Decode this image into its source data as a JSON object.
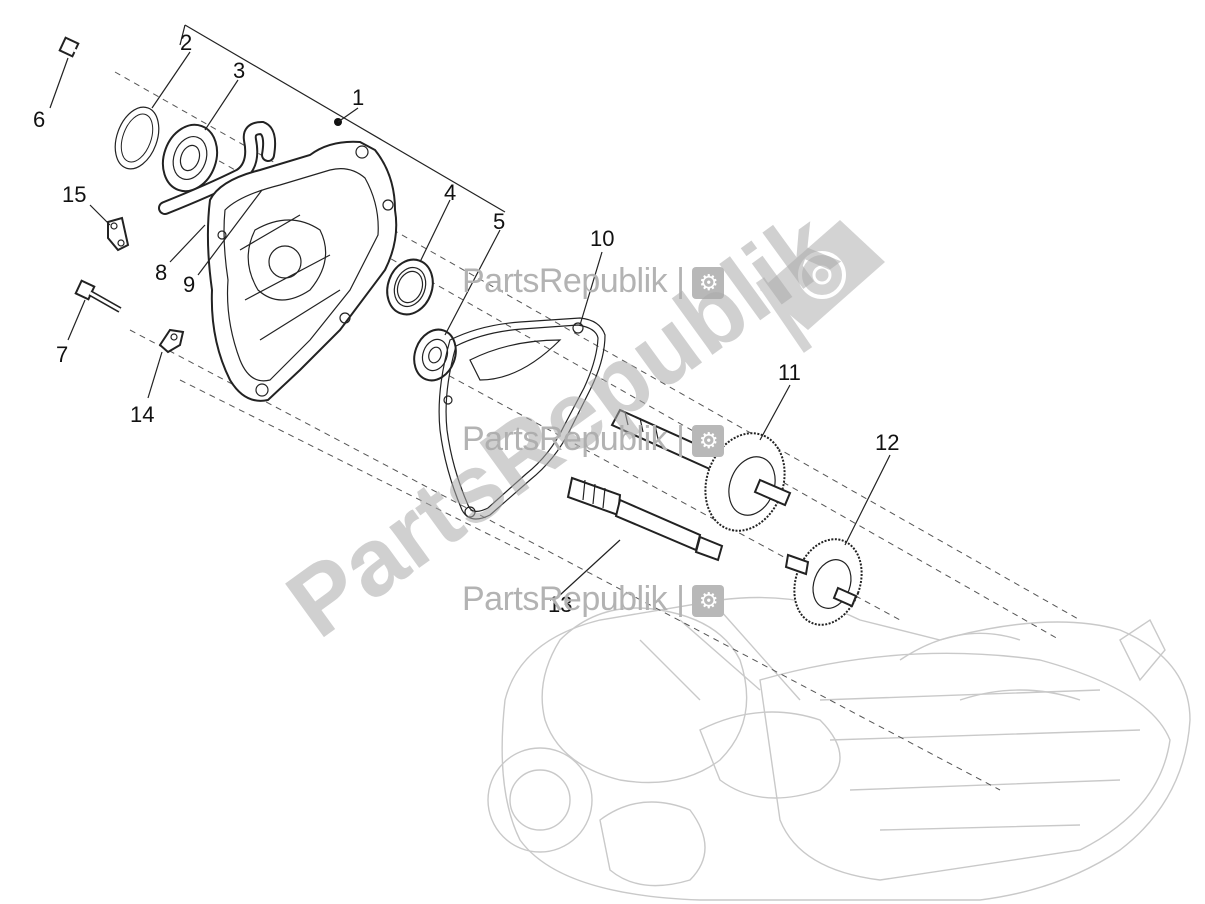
{
  "watermark": {
    "brand": "PartsRepublik",
    "badge_icon": "gear-icon"
  },
  "callouts": [
    {
      "id": "c1",
      "label": "1"
    },
    {
      "id": "c2",
      "label": "2"
    },
    {
      "id": "c3",
      "label": "3"
    },
    {
      "id": "c4",
      "label": "4"
    },
    {
      "id": "c5",
      "label": "5"
    },
    {
      "id": "c6",
      "label": "6"
    },
    {
      "id": "c7",
      "label": "7"
    },
    {
      "id": "c8",
      "label": "8"
    },
    {
      "id": "c9",
      "label": "9"
    },
    {
      "id": "c10",
      "label": "10"
    },
    {
      "id": "c11",
      "label": "11"
    },
    {
      "id": "c12",
      "label": "12"
    },
    {
      "id": "c13",
      "label": "13"
    },
    {
      "id": "c14",
      "label": "14"
    },
    {
      "id": "c15",
      "label": "15"
    }
  ]
}
